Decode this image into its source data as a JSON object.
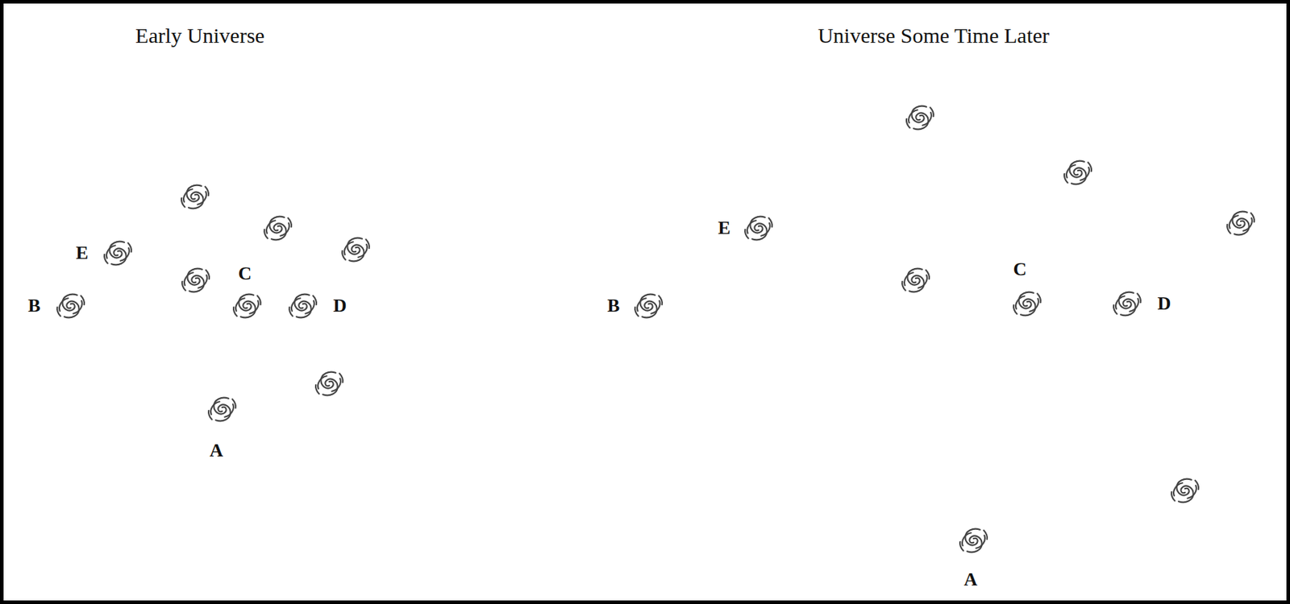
{
  "diagram": {
    "labels": [
      "Early Universe",
      "E",
      "C",
      "B",
      "D",
      "A",
      "Universe Some Time Later",
      "E",
      "C",
      "B",
      "D",
      "A"
    ]
  }
}
